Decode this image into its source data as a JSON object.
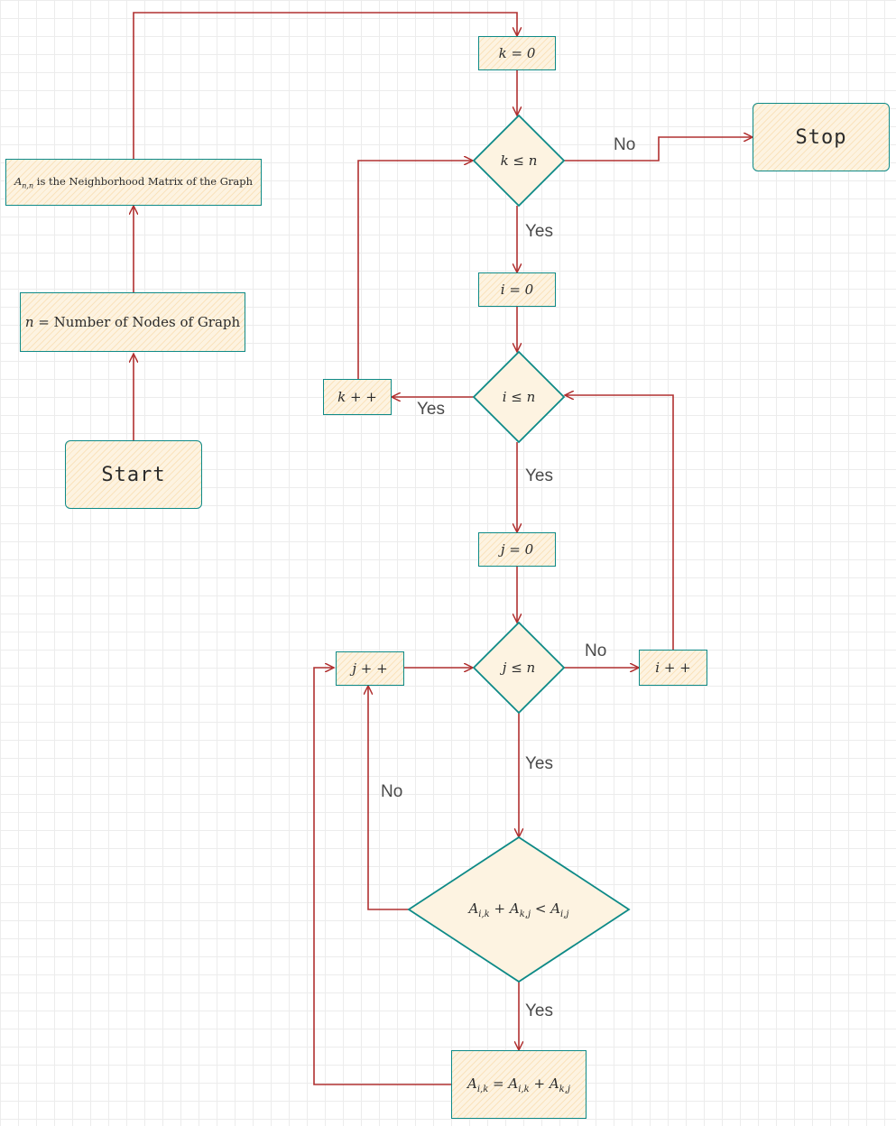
{
  "colors": {
    "node_stroke": "#0e8a87",
    "node_fill": "#fdf3e1",
    "edge": "#b03030",
    "grid": "#ececec"
  },
  "nodes": {
    "start": "Start",
    "stop": "Stop",
    "n_def": {
      "var": "n =",
      "text": "Number of Nodes of Graph"
    },
    "matrix_def": {
      "var": "A",
      "sub": "n,n",
      "text": "is the Neighborhood Matrix of the Graph"
    },
    "k_init": "k = 0",
    "k_cond": "k ≤ n",
    "i_init": "i = 0",
    "i_cond": "i ≤ n",
    "k_inc": "k + +",
    "j_init": "j = 0",
    "j_cond": "j ≤ n",
    "j_inc": "j + +",
    "i_inc": "i + +",
    "compare": {
      "a": "A",
      "a_sub": "i,k",
      "plus": "+",
      "b": "A",
      "b_sub": "k,j",
      "op": "<",
      "c": "A",
      "c_sub": "i,j"
    },
    "update": {
      "a": "A",
      "a_sub": "i,k",
      "eq": "=",
      "b": "A",
      "b_sub": "i,k",
      "plus": "+",
      "c": "A",
      "c_sub": "k,j"
    }
  },
  "edge_labels": {
    "k_cond_no": "No",
    "k_cond_yes": "Yes",
    "i_cond_yes_left": "Yes",
    "i_cond_yes_down": "Yes",
    "j_cond_no": "No",
    "j_cond_yes": "Yes",
    "compare_no": "No",
    "compare_yes": "Yes"
  }
}
